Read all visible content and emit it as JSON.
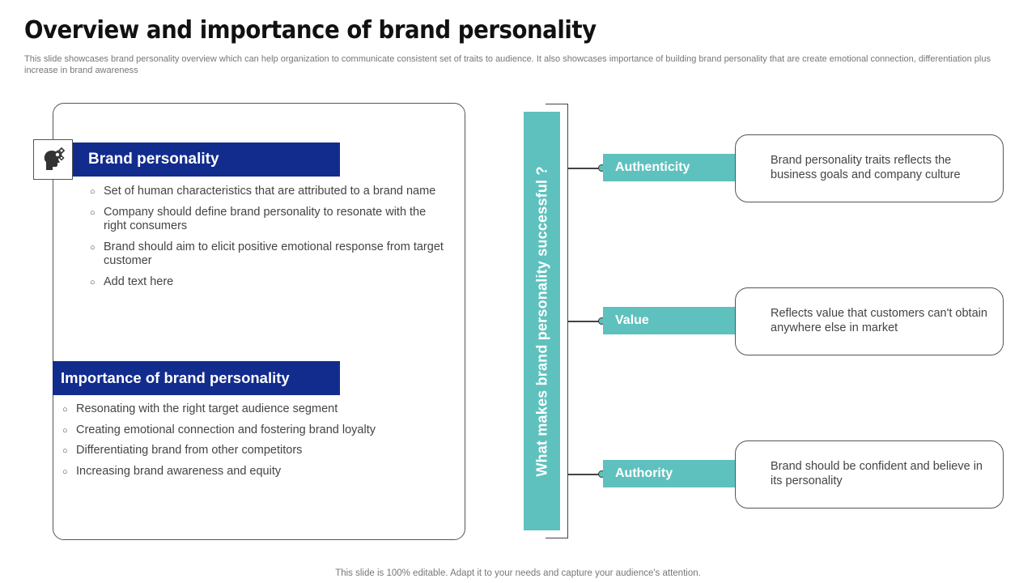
{
  "title": "Overview and importance of brand personality",
  "subtitle": "This slide showcases brand personality overview which can help organization to communicate consistent set of traits to audience. It also showcases importance of building brand personality that are create emotional connection, differentiation plus increase in brand awareness",
  "brand_personality": {
    "heading": "Brand personality",
    "icon": "head-gears-icon",
    "bullets": [
      "Set of human characteristics that are attributed to a brand name",
      "Company should define brand personality to resonate with the right consumers",
      "Brand should aim to elicit positive emotional response from target customer",
      "Add text here"
    ]
  },
  "importance": {
    "heading": "Importance of brand personality",
    "bullets": [
      "Resonating with the right target audience segment",
      "Creating emotional connection and fostering brand loyalty",
      "Differentiating brand from other competitors",
      "Increasing brand awareness and equity"
    ]
  },
  "question": "What makes brand personality successful ?",
  "traits": [
    {
      "label": "Authenticity",
      "description": "Brand personality traits reflects the business goals and company culture"
    },
    {
      "label": "Value",
      "description": "Reflects value that customers can't obtain anywhere else in market"
    },
    {
      "label": "Authority",
      "description": "Brand should be confident and believe in its personality"
    }
  ],
  "footer": "This slide is 100% editable. Adapt it to your needs and capture your audience's attention.",
  "colors": {
    "navy": "#122c8e",
    "teal": "#5ec1bd"
  }
}
